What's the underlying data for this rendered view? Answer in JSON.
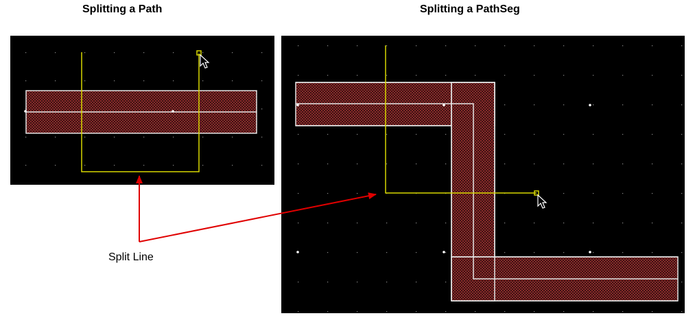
{
  "left_panel": {
    "title": "Splitting a Path"
  },
  "right_panel": {
    "title": "Splitting a PathSeg"
  },
  "annotation": {
    "label": "Split Line"
  },
  "colors": {
    "background": "#000000",
    "path_fill": "#5a1c1c",
    "path_outline": "#e6e6e6",
    "split_line": "#d8d800",
    "arrow": "#e00000",
    "grid_dot": "#8a8a8a"
  }
}
